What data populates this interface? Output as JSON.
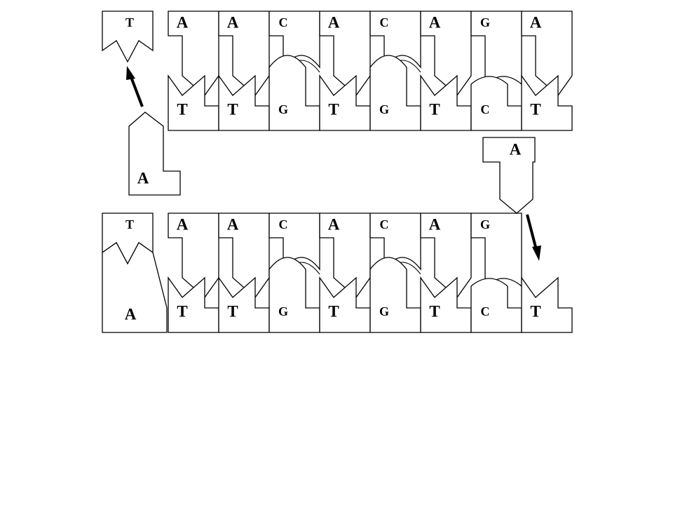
{
  "strands": [
    {
      "top": [
        "T",
        "A",
        "A",
        "C",
        "A",
        "C",
        "A",
        "G",
        "A"
      ],
      "bottom": [
        "",
        "T",
        "T",
        "G",
        "T",
        "G",
        "T",
        "C",
        "T"
      ]
    },
    {
      "top": [
        "T",
        "A",
        "A",
        "C",
        "A",
        "C",
        "A",
        "G",
        ""
      ],
      "bottom": [
        "A",
        "T",
        "T",
        "G",
        "T",
        "G",
        "T",
        "C",
        "T"
      ]
    }
  ],
  "free_nucleotides": {
    "left": {
      "base": "A"
    },
    "right": {
      "base": "A"
    }
  },
  "colors": {
    "line": "#000000",
    "background": "#ffffff"
  }
}
